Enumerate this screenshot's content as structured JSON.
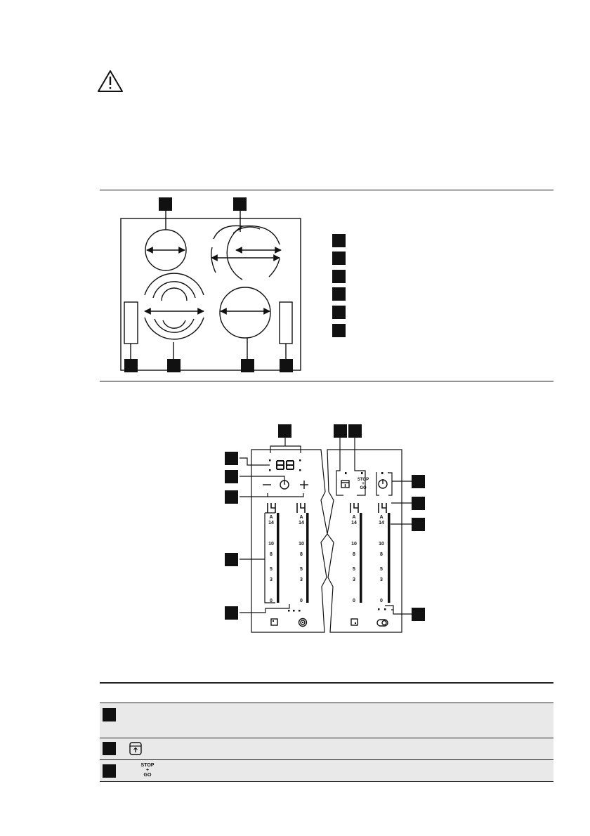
{
  "warning_icon": "warning-triangle-icon",
  "panel_symbols": {
    "display": "88",
    "power": "⏻",
    "minus": "−",
    "plus": "+",
    "zone_displays": [
      "14",
      "14",
      "14",
      "14"
    ],
    "scale": [
      "A",
      "14",
      "10",
      "8",
      "5",
      "3",
      "0"
    ],
    "stop": "STOP",
    "plus_small": "+",
    "go": "GO"
  },
  "table": {
    "rows": [
      {
        "marker": "black-square",
        "symbol": ""
      },
      {
        "marker": "black-square",
        "symbol": "lock-icon"
      },
      {
        "marker": "black-square",
        "symbol": "stop-go-icon",
        "stop": "STOP",
        "plus": "+",
        "go": "GO"
      }
    ]
  }
}
